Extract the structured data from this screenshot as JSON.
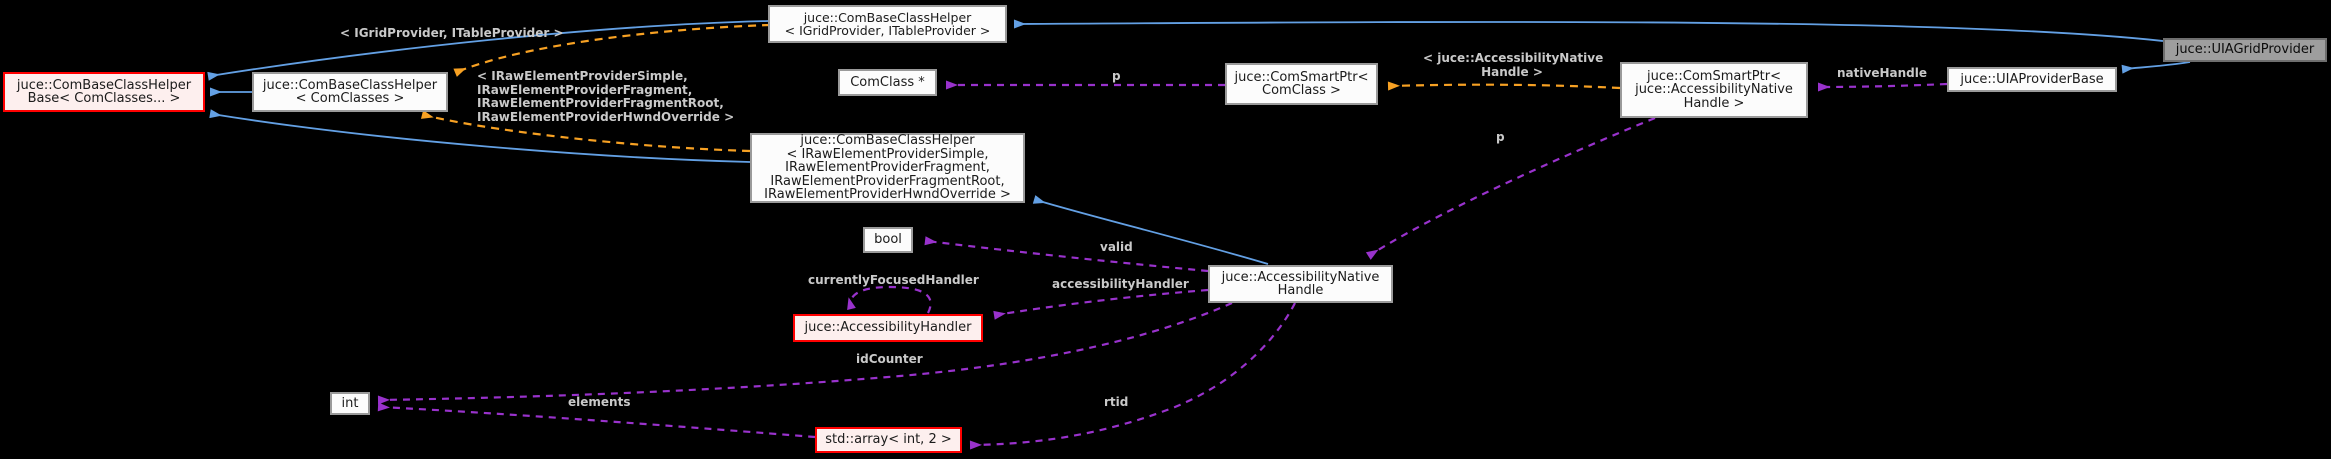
{
  "diagram": {
    "type": "doxygen-collaboration-graph",
    "background": "#000000",
    "colors": {
      "inheritance_edge": "#63a0e4",
      "template_edge": "#f7a123",
      "usage_edge": "#9932cc",
      "edge_label_text": "#c9c9c9",
      "node_fill": "#fcfcfc",
      "node_border": "#9a9a9a",
      "highlight_border": "#ff0000",
      "highlight_fill": "#fdefee",
      "current_node_fill": "#9e9e9e"
    },
    "nodes": {
      "com_base_class_helper_base": {
        "lines": [
          "juce::ComBaseClassHelper",
          "Base< ComClasses... >"
        ]
      },
      "com_base_class_helper_com_classes": {
        "lines": [
          "juce::ComBaseClassHelper",
          "< ComClasses >"
        ]
      },
      "com_base_class_helper_grid_table": {
        "lines": [
          "juce::ComBaseClassHelper",
          "< IGridProvider, ITableProvider >"
        ]
      },
      "com_class_ptr": {
        "lines": [
          "ComClass *"
        ]
      },
      "com_smart_ptr_com_class": {
        "lines": [
          "juce::ComSmartPtr<",
          "ComClass >"
        ]
      },
      "com_base_class_helper_raw": {
        "lines": [
          "juce::ComBaseClassHelper",
          "< IRawElementProviderSimple,",
          "IRawElementProviderFragment,",
          "IRawElementProviderFragmentRoot,",
          "IRawElementProviderHwndOverride >"
        ]
      },
      "bool": {
        "lines": [
          "bool"
        ]
      },
      "accessibility_native_handle": {
        "lines": [
          "juce::AccessibilityNative",
          "Handle"
        ]
      },
      "com_smart_ptr_anh": {
        "lines": [
          "juce::ComSmartPtr<",
          "juce::AccessibilityNative",
          "Handle >"
        ]
      },
      "uia_provider_base": {
        "lines": [
          "juce::UIAProviderBase"
        ]
      },
      "uia_grid_provider": {
        "lines": [
          "juce::UIAGridProvider"
        ]
      },
      "accessibility_handler": {
        "lines": [
          "juce::AccessibilityHandler"
        ]
      },
      "std_array_int_2": {
        "lines": [
          "std::array< int, 2 >"
        ]
      },
      "int": {
        "lines": [
          "int"
        ]
      }
    },
    "edge_labels": {
      "grid_table_args": "< IGridProvider, ITableProvider >",
      "raw_args": [
        "< IRawElementProviderSimple,",
        "IRawElementProviderFragment,",
        "IRawElementProviderFragmentRoot,",
        "IRawElementProviderHwndOverride >"
      ],
      "anh_args": [
        "< juce::AccessibilityNative",
        "Handle >"
      ],
      "p_com_class": "p",
      "p_anh": "p",
      "native_handle": "nativeHandle",
      "valid": "valid",
      "accessibility_handler": "accessibilityHandler",
      "currently_focused_handler": "currentlyFocusedHandler",
      "id_counter": "idCounter",
      "elements": "elements",
      "rtid": "rtid"
    }
  }
}
